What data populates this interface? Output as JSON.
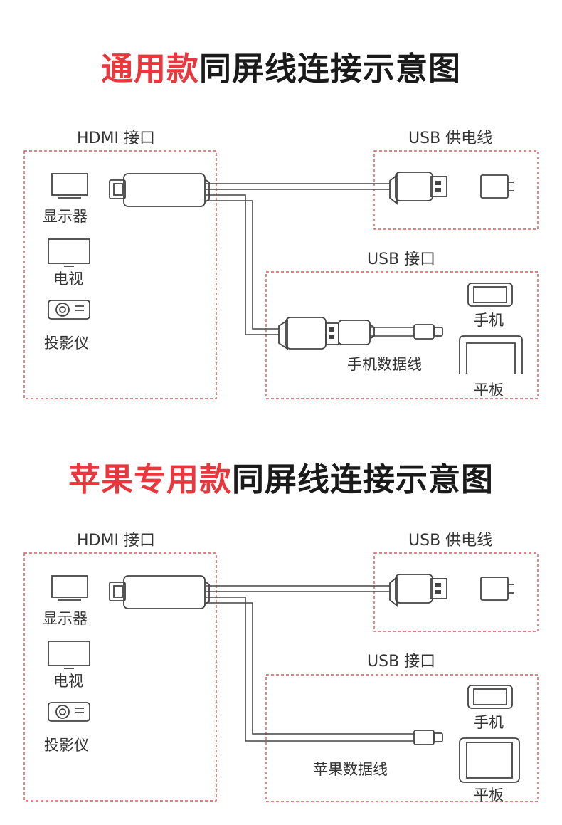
{
  "colors": {
    "accent": "#e8383d",
    "dashed_border": "#d9383a",
    "line": "#444444"
  },
  "general": {
    "title_highlight": "通用款",
    "title_rest": "同屏线连接示意图",
    "hdmi_label": "HDMI 接口",
    "usb_power_label": "USB 供电线",
    "usb_port_label": "USB 接口",
    "devices": {
      "monitor": "显示器",
      "tv": "电视",
      "projector": "投影仪"
    },
    "phone": "手机",
    "tablet": "平板",
    "cable_label": "手机数据线"
  },
  "apple": {
    "title_highlight": "苹果专用款",
    "title_rest": "同屏线连接示意图",
    "hdmi_label": "HDMI 接口",
    "usb_power_label": "USB 供电线",
    "usb_port_label": "USB 接口",
    "devices": {
      "monitor": "显示器",
      "tv": "电视",
      "projector": "投影仪"
    },
    "phone": "手机",
    "tablet": "平板",
    "cable_label": "苹果数据线"
  },
  "icons": [
    "monitor-icon",
    "tv-icon",
    "projector-icon",
    "hdmi-plug-icon",
    "usb-plug-icon",
    "power-adapter-icon",
    "phone-icon",
    "tablet-icon",
    "micro-usb-plug-icon",
    "lightning-plug-icon"
  ]
}
